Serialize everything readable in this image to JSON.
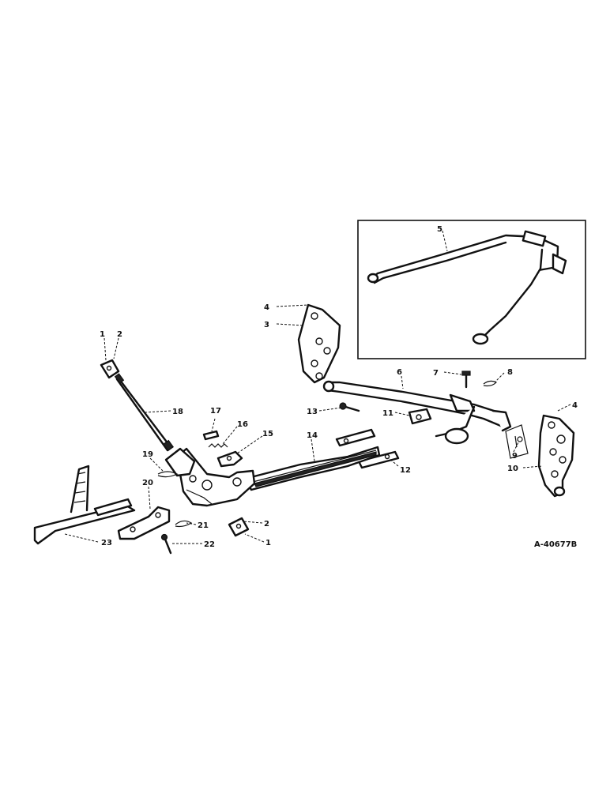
{
  "diagram": {
    "reference_code": "A-40677B",
    "callouts": {
      "c1a": "1",
      "c2a": "2",
      "c3": "3",
      "c4a": "4",
      "c5": "5",
      "c6a": "6",
      "c7": "7",
      "c8": "8",
      "c4b": "4",
      "c9": "9",
      "c10": "10",
      "c11": "11",
      "c12": "12",
      "c13": "13",
      "c14": "14",
      "c15": "15",
      "c16": "16",
      "c17": "17",
      "c18": "18",
      "c19": "19",
      "c20": "20",
      "c21": "21",
      "c22": "22",
      "c2b": "2",
      "c1b": "1",
      "c23": "23"
    }
  }
}
